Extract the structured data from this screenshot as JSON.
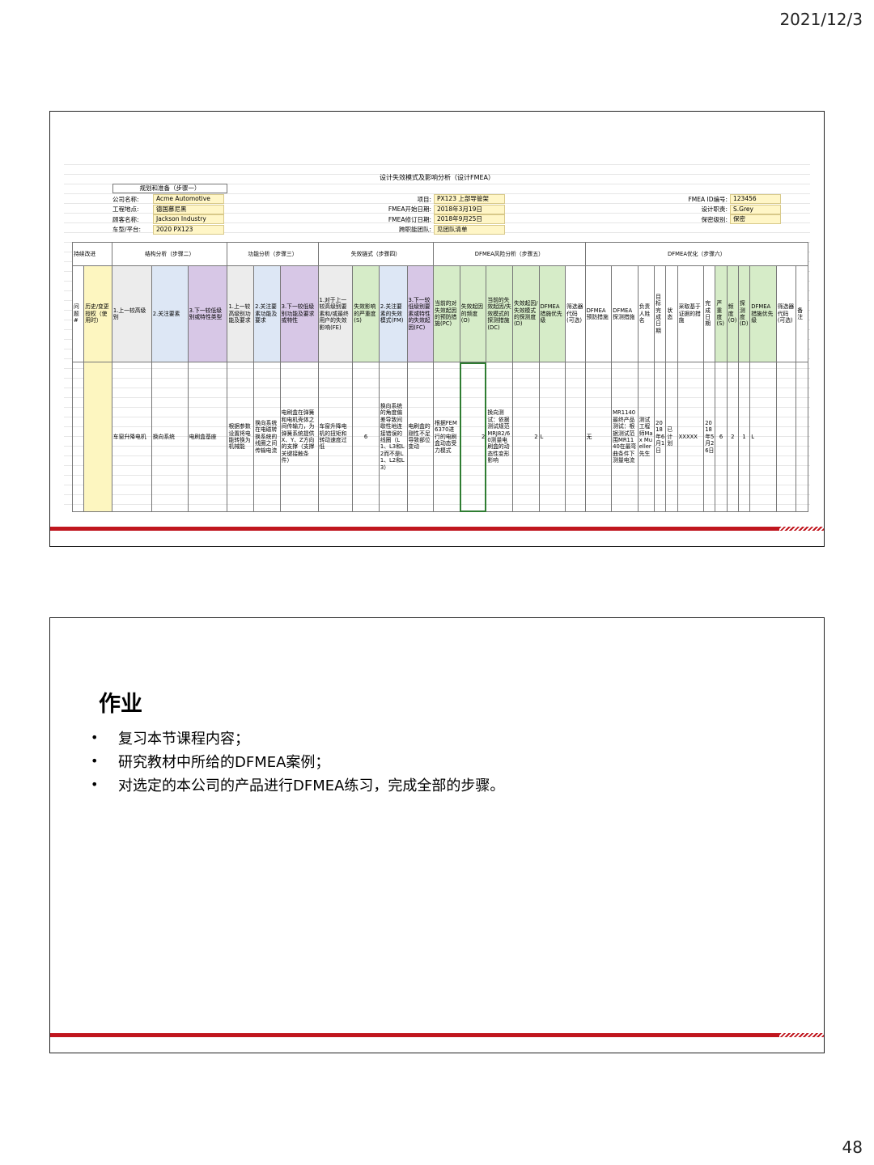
{
  "header": {
    "date": "2021/12/3"
  },
  "footer": {
    "page_number": "48"
  },
  "colors": {
    "accent_red": "#c0161e",
    "yellow_input": "#fdf6c0",
    "blue": "#dde7f5",
    "purple": "#d7c7e6",
    "green": "#d6ecc8"
  },
  "sheet": {
    "title": "设计失效模式及影响分析（设计FMEA）",
    "planning_label": "规划和准备（步骤一）",
    "left_info": [
      {
        "k": "公司名称:",
        "v": "Acme Automotive"
      },
      {
        "k": "工程地点:",
        "v": "德国慕尼黑"
      },
      {
        "k": "顾客名称:",
        "v": "Jackson Industry"
      },
      {
        "k": "车型/平台:",
        "v": "2020 PX123"
      }
    ],
    "mid_info": [
      {
        "k": "项目:",
        "v": "PX123 上部导管架"
      },
      {
        "k": "FMEA开始日期:",
        "v": "2018年3月19日"
      },
      {
        "k": "FMEA修订日期:",
        "v": "2018年9月25日"
      },
      {
        "k": "跨职能团队:",
        "v": "见团队清单"
      }
    ],
    "right_info": [
      {
        "k": "FMEA ID编号:",
        "v": "123456"
      },
      {
        "k": "设计职责:",
        "v": "S.Grey"
      },
      {
        "k": "保密级别:",
        "v": "保密"
      }
    ],
    "groups": {
      "improve": "持续改进",
      "structure": "结构分析（步骤二）",
      "function": "功能分析（步骤三）",
      "failure": "失效链式（步骤四）",
      "risk": "DFMEA风险分析（步骤五）",
      "optimize": "DFMEA优化（步骤六）"
    },
    "headers": [
      "问题#",
      "历史/变更授权（使用时）",
      "1.上一较高级别",
      "2.关注要素",
      "3.下一较低级别或特性类型",
      "1.上一较高级别功能及要求",
      "2.关注要素功能及要求",
      "3.下一较低级别功能及要求或特性",
      "1.对于上一较高级别要素和/或最终用户的失效影响(FE)",
      "失效影响的严重度(S)",
      "2.关注要素的失效模式(FM)",
      "3.下一较低级别要素或特性的失效起因(FC)",
      "当前的对失效起因的预防措施(PC)",
      "失效起因的频度(O)",
      "当前的失效起因/失效模式的探测措施(DC)",
      "失效起因/失效模式的探测度(D)",
      "DFMEA措施优先级",
      "筛选器代码(可选)",
      "DFMEA预防措施",
      "DFMEA探测措施",
      "负责人姓名",
      "目标完成日期",
      "状态",
      "采取基于证据的措施",
      "完成日期",
      "严重度(S)",
      "频度(O)",
      "探测度(D)",
      "DFMEA措施优先级",
      "筛选器代码(可选)",
      "备注"
    ],
    "row": [
      "",
      "",
      "车窗升降电机",
      "换向系统",
      "电刷盒基座",
      "根据参数设置将电能转换为机械能",
      "换向系统在电磁转换系统的线圈之间传输电流",
      "电刷盒在弹簧和电机壳体之间传输力，为弹簧系统提供X、Y、Z方向的支撑（支撑关键接触条件）",
      "车窗升降电机的扭矩和转动速度过低",
      "6",
      "换向系统的角度偏差导致间歇性地连接错误的线圈（L1、L3和L2而不是L1、L2和L3）",
      "电刷盒的刚性不足导致部位变动",
      "根据FEM6370进行的电刷盒动态受力模式",
      "2",
      "换向测试：依据测试规范MRJ82/60测量电刷盒的动态性变形影响",
      "2",
      "L",
      "",
      "无",
      "MR1140最终产品测试：根据测试范围MR1140在最弯曲条件下测量电流",
      "测试工程师Max Mueller先生",
      "2018年6月1日",
      "已计划",
      "XXXXX",
      "2018年5月26日",
      "6",
      "2",
      "1",
      "L",
      "",
      ""
    ]
  },
  "homework": {
    "title": "作业",
    "items": [
      "复习本节课程内容；",
      "研究教材中所给的DFMEA案例；",
      "对选定的本公司的产品进行DFMEA练习，完成全部的步骤。"
    ],
    "bullet": "•"
  }
}
